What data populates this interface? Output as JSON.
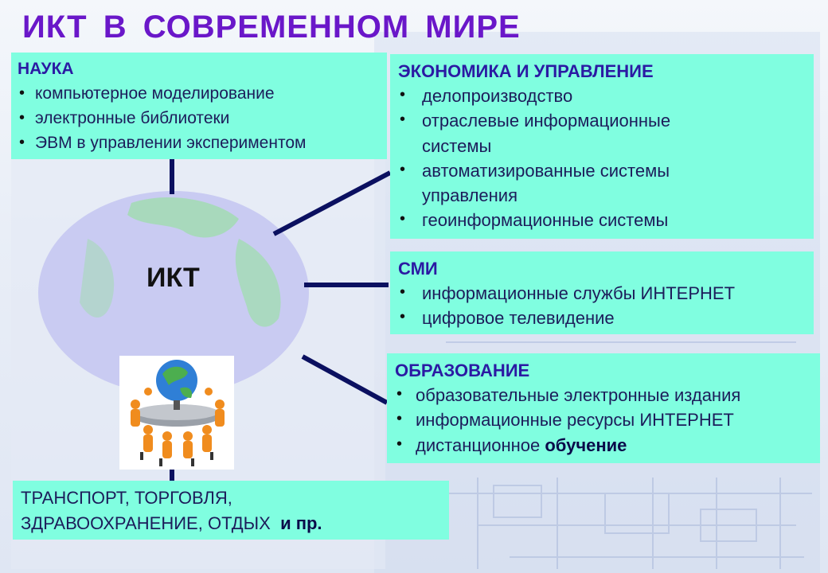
{
  "title": "ИКТ В СОВРЕМЕННОМ МИРЕ",
  "center_label": "ИКТ",
  "nauka": {
    "heading": "НАУКА",
    "items": [
      "компьютерное моделирование",
      "электронные библиотеки",
      "ЭВМ в управлении экспериментом"
    ]
  },
  "economy": {
    "heading": "ЭКОНОМИКА И УПРАВЛЕНИЕ",
    "items": [
      "делопроизводство",
      "отраслевые информационные системы",
      "автоматизированные системы управления",
      "геоинформационные системы"
    ]
  },
  "smi": {
    "heading": "СМИ",
    "items": [
      "информационные службы ИНТЕРНЕТ",
      "цифровое телевидение"
    ]
  },
  "education": {
    "heading": "ОБРАЗОВАНИЕ",
    "items": [
      "образовательные электронные издания",
      "информационные ресурсы ИНТЕРНЕТ"
    ],
    "last_item_prefix": "дистанционное ",
    "last_item_bold": "обучение"
  },
  "transport": {
    "line1": "ТРАНСПОРТ, ТОРГОВЛЯ,",
    "line2": "ЗДРАВООХРАНЕНИЕ, ОТДЫХ",
    "suffix": "и пр."
  },
  "colors": {
    "title": "#6a17c9",
    "box_fill": "#80fee0",
    "heading": "#2b1aa3",
    "connector": "#0b1060",
    "globe": "#c9cbf2"
  },
  "icons": [
    "globe-icon",
    "people-around-globe-icon"
  ]
}
